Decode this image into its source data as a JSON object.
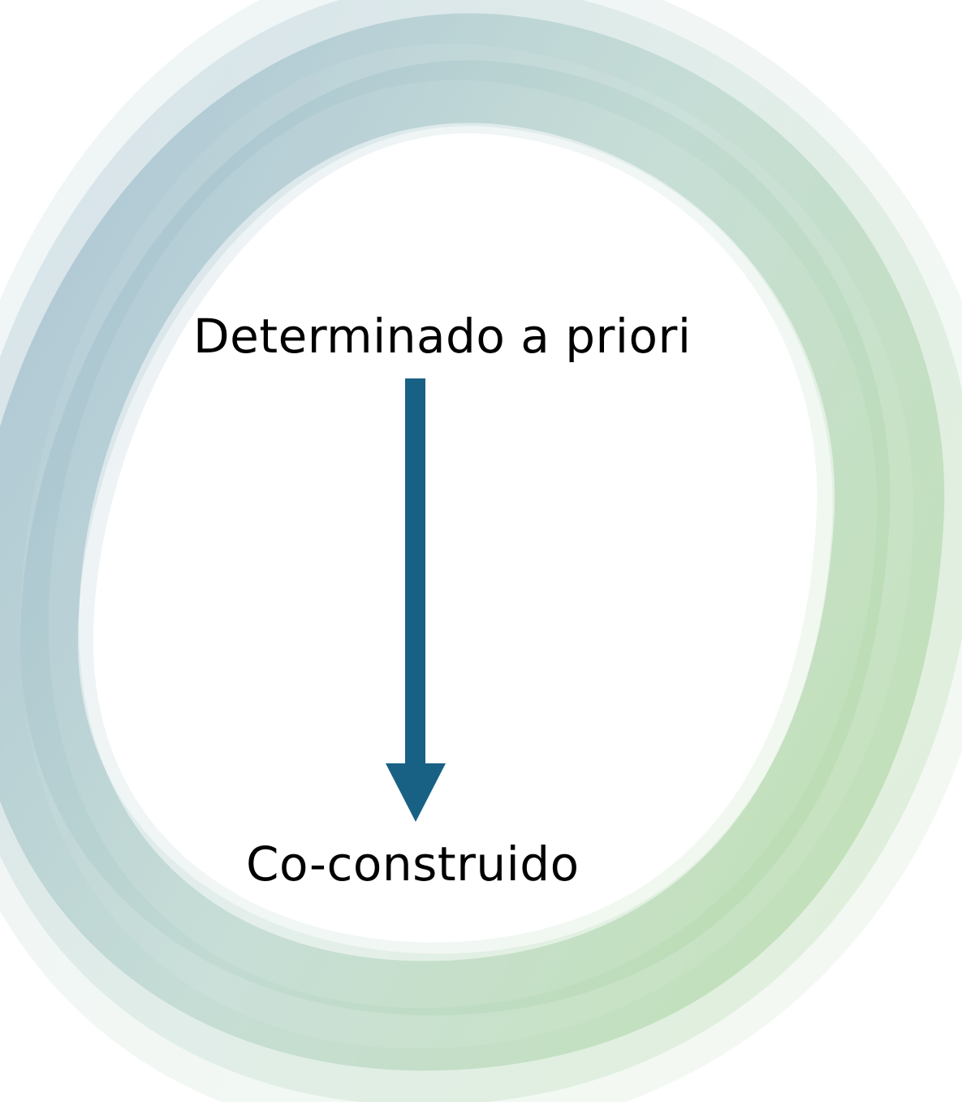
{
  "labels": {
    "top": "Determinado a priori",
    "bottom": "Co-construido"
  },
  "arrow": {
    "direction": "down",
    "color": "#186185"
  },
  "ring": {
    "color_start": "#8fb2c4",
    "color_end": "#a9d49b"
  }
}
